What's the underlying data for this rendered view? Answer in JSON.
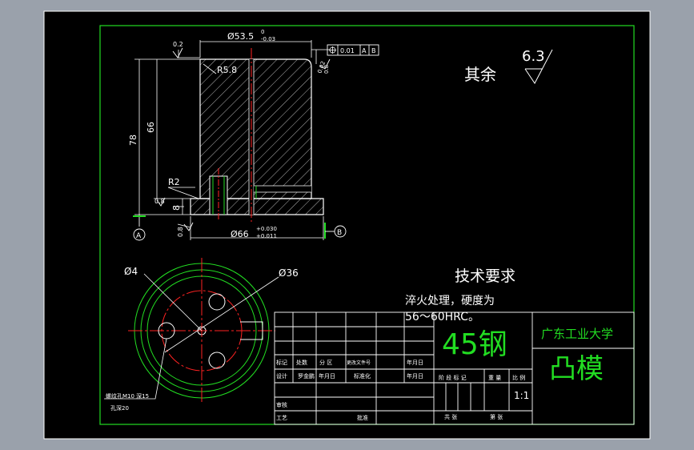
{
  "drawing": {
    "dims": {
      "top_dia": "Ø53.5",
      "top_dia_upper": "0",
      "top_dia_lower": "-0.03",
      "corner_radius": "R5.8",
      "fillet_radius": "R2",
      "overall_height": "78",
      "body_height": "66",
      "flange_height": "8",
      "base_dia": "Ø66",
      "base_dia_upper": "+0.030",
      "base_dia_lower": "+0.011",
      "rough_top": "0.2",
      "rough_side": "0.8",
      "rough_base": "0.8",
      "rough_flange": "0.8",
      "gdt_tolerance": "0.01",
      "gdt_datum_a": "A",
      "gdt_datum_b": "B",
      "perp_value": "0.02",
      "datum_a": "A",
      "datum_b": "B",
      "hole_dia": "Ø4",
      "circle_dia": "Ø36",
      "hole_note_1": "螺纹孔M10 深15",
      "hole_note_2": "孔深20"
    },
    "surface_note": {
      "label": "其余",
      "value": "6.3"
    },
    "tech_req": {
      "title": "技术要求",
      "line1": "淬火处理，硬度为",
      "line2": "56～60HRC。"
    },
    "title_block": {
      "material": "45钢",
      "school": "广东工业大学",
      "part_name": "凸模",
      "scale": "1:1",
      "row_mark": [
        "标记",
        "处数",
        "分 区",
        "更改文件号",
        "年月日"
      ],
      "row_design": [
        "设计",
        "罗金鹏",
        "年月日",
        "标准化",
        "年月日"
      ],
      "row_review": "审核",
      "row_process": "工艺",
      "row_approve": "批准",
      "stage_headers": [
        "阶 段 标 记",
        "重 量",
        "比 例"
      ],
      "sheets_total": "共    张",
      "sheets_no": "第    张"
    }
  }
}
